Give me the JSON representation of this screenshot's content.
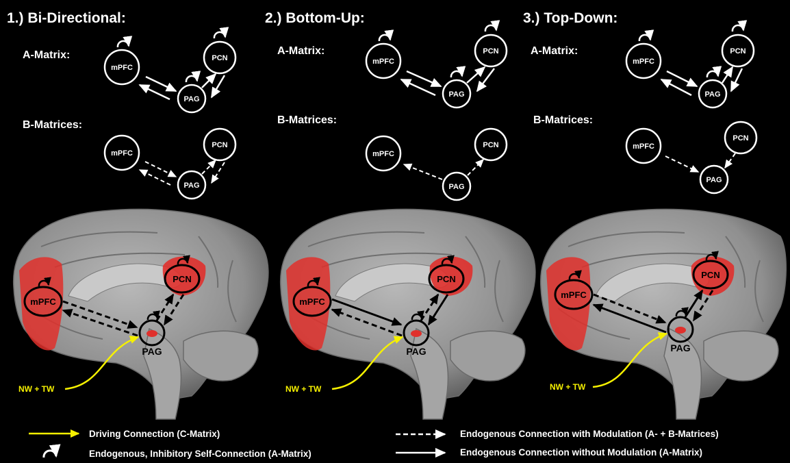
{
  "panels": [
    {
      "title": "1.) Bi-Directional:",
      "a_label": "A-Matrix:",
      "b_label": "B-Matrices:",
      "nodes": {
        "mpfc": "mPFC",
        "pcn": "PCN",
        "pag": "PAG"
      },
      "brain_labels": {
        "mpfc": "mPFC",
        "pcn": "PCN",
        "pag": "PAG"
      },
      "input_label": "NW + TW"
    },
    {
      "title": "2.) Bottom-Up:",
      "a_label": "A-Matrix:",
      "b_label": "B-Matrices:",
      "nodes": {
        "mpfc": "mPFC",
        "pcn": "PCN",
        "pag": "PAG"
      },
      "brain_labels": {
        "mpfc": "mPFC",
        "pcn": "PCN",
        "pag": "PAG"
      },
      "input_label": "NW + TW"
    },
    {
      "title": "3.) Top-Down:",
      "a_label": "A-Matrix:",
      "b_label": "B-Matrices:",
      "nodes": {
        "mpfc": "mPFC",
        "pcn": "PCN",
        "pag": "PAG"
      },
      "brain_labels": {
        "mpfc": "mPFC",
        "pcn": "PCN",
        "pag": "PAG"
      },
      "input_label": "NW + TW"
    }
  ],
  "legend": {
    "driving": "Driving Connection (C-Matrix)",
    "self": "Endogenous, Inhibitory Self-Connection (A-Matrix)",
    "modulated": "Endogenous Connection with Modulation (A- + B-Matrices)",
    "unmodulated": "Endogenous Connection without Modulation (A-Matrix)"
  },
  "colors": {
    "background": "#000000",
    "driving_arrow": "#f5f000",
    "region_highlight": "#e0302c",
    "brain_tissue": "#9a9a9a",
    "line": "#ffffff"
  }
}
